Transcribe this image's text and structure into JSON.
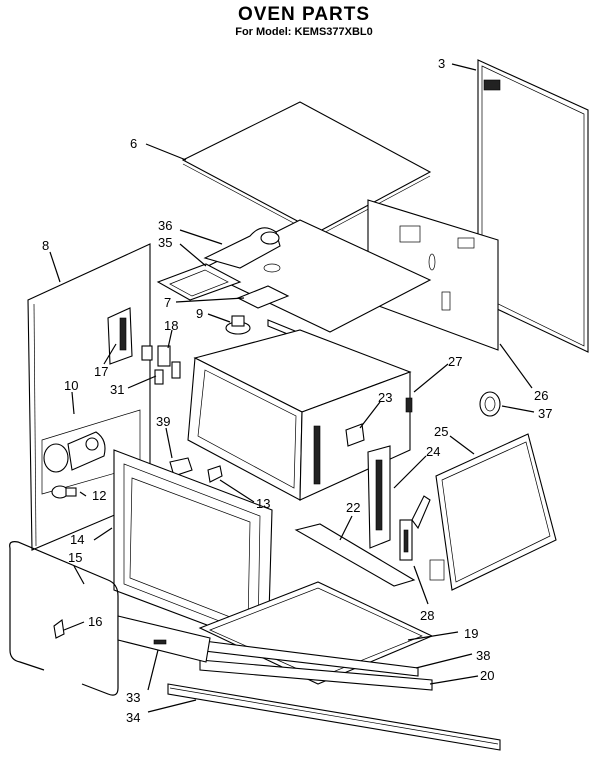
{
  "header": {
    "title": "OVEN PARTS",
    "model_line": "For Model: KEMS377XBL0"
  },
  "callouts": {
    "c3": "3",
    "c6": "6",
    "c36": "36",
    "c35": "35",
    "c8": "8",
    "c7": "7",
    "c9": "9",
    "c18": "18",
    "c17": "17",
    "c31": "31",
    "c10": "10",
    "c27": "27",
    "c26": "26",
    "c37": "37",
    "c23": "23",
    "c39": "39",
    "c25": "25",
    "c24": "24",
    "c12": "12",
    "c13": "13",
    "c22": "22",
    "c14": "14",
    "c15": "15",
    "c16": "16",
    "c28": "28",
    "c19": "19",
    "c38": "38",
    "c20": "20",
    "c33": "33",
    "c34": "34"
  }
}
